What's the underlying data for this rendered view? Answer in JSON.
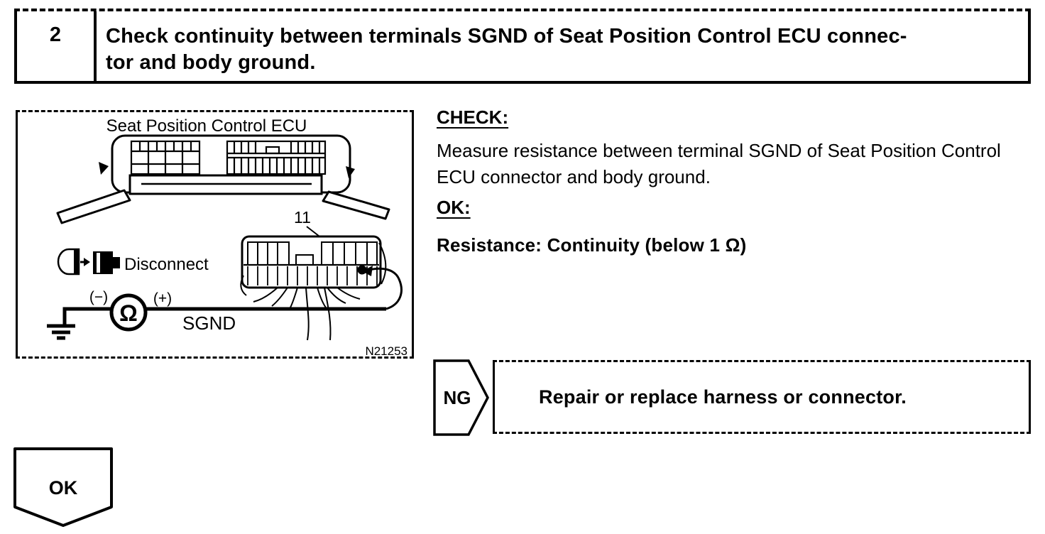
{
  "step_header": {
    "number": "2",
    "title_line1": "Check continuity between terminals SGND of Seat Position Control ECU connec-",
    "title_line2": "tor and body ground."
  },
  "figure": {
    "title": "Seat Position Control ECU",
    "disconnect_label": "Disconnect",
    "terminal_callout": "11",
    "meter": {
      "negative": "(−)",
      "positive": "(+)",
      "symbol": "Ω"
    },
    "wire_label": "SGND",
    "figure_code": "N21253"
  },
  "instructions": {
    "check_heading": "CHECK:",
    "check_text": "Measure resistance between terminal SGND of Seat Position Control ECU connector and body ground.",
    "ok_heading": "OK:",
    "ok_spec": "Resistance: Continuity (below 1 Ω)"
  },
  "ng_branch": {
    "label": "NG",
    "action": "Repair or replace harness or connector."
  },
  "ok_branch": {
    "label": "OK"
  }
}
